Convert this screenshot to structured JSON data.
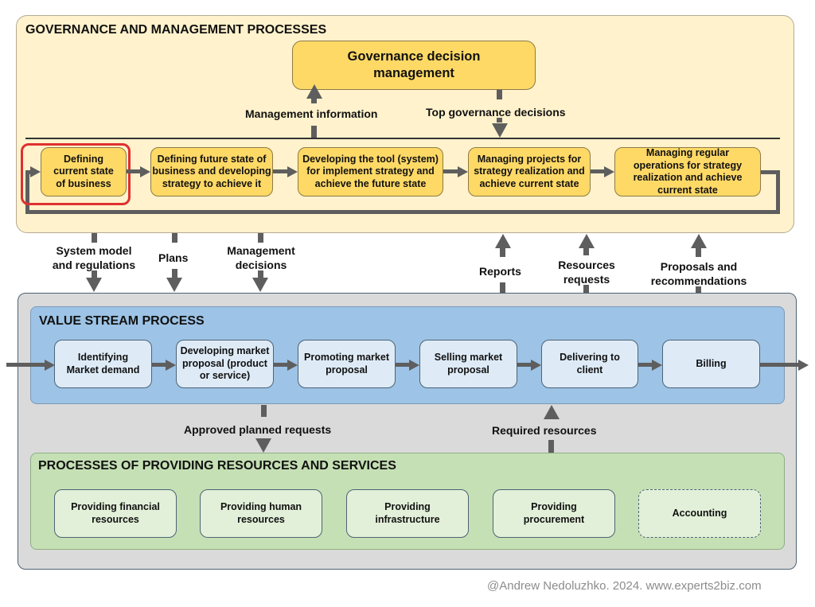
{
  "governance": {
    "title": "GOVERNANCE AND MANAGEMENT PROCESSES",
    "decision_box": "Governance decision management",
    "flow_labels": {
      "management_information": "Management information",
      "top_governance_decisions": "Top governance decisions"
    },
    "processes": [
      {
        "label": "Defining current state of business",
        "highlighted": true
      },
      {
        "label": "Defining future state of business and developing strategy to achieve it",
        "highlighted": false
      },
      {
        "label": "Developing the tool (system) for implement strategy and achieve the future state",
        "highlighted": false
      },
      {
        "label": "Managing projects for strategy realization  and achieve current state",
        "highlighted": false
      },
      {
        "label": "Managing regular operations for strategy realization  and achieve current state",
        "highlighted": false
      }
    ]
  },
  "interface_flows": {
    "down": [
      {
        "label": "System model and regulations"
      },
      {
        "label": "Plans"
      },
      {
        "label": "Management decisions"
      }
    ],
    "up": [
      {
        "label": "Reports"
      },
      {
        "label": "Resources requests"
      },
      {
        "label": "Proposals and recommendations"
      }
    ]
  },
  "value_stream": {
    "title": "VALUE STREAM PROCESS",
    "steps": [
      {
        "label": "Identifying Market demand"
      },
      {
        "label": "Developing market proposal (product or service)"
      },
      {
        "label": "Promoting market proposal"
      },
      {
        "label": "Selling market proposal"
      },
      {
        "label": "Delivering to client"
      },
      {
        "label": "Billing"
      }
    ]
  },
  "internal_flows": {
    "approved_planned_requests": "Approved planned requests",
    "required_resources": "Required resources"
  },
  "resources": {
    "title": "PROCESSES OF PROVIDING RESOURCES AND SERVICES",
    "items": [
      {
        "label": "Providing financial resources",
        "dashed": false
      },
      {
        "label": "Providing human resources",
        "dashed": false
      },
      {
        "label": "Providing infrastructure",
        "dashed": false
      },
      {
        "label": "Providing procurement",
        "dashed": false
      },
      {
        "label": "Accounting",
        "dashed": true
      }
    ]
  },
  "footer": {
    "credit": "@Andrew Nedoluzhko. 2024. www.experts2biz.com"
  },
  "colors": {
    "governance_bg": "#fff2cc",
    "process_box": "#ffd966",
    "highlight": "#e03030",
    "value_stream_bg": "#9dc3e6",
    "value_step_box": "#deebf7",
    "outer_bg": "#dadada",
    "resources_bg": "#c5e0b4",
    "resource_box": "#e2f0d9",
    "arrow": "#5e5e5e"
  }
}
